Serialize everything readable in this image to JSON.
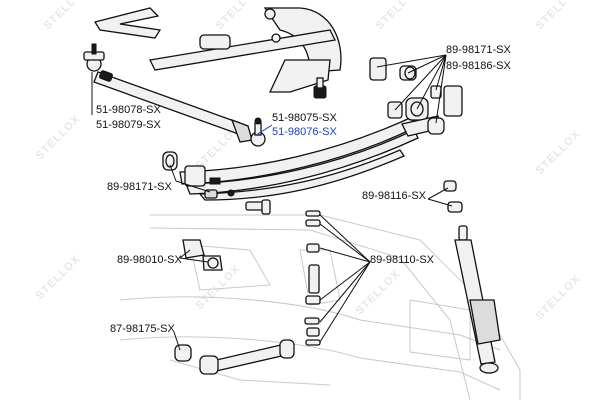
{
  "watermark": "STELLOX",
  "colors": {
    "highlight": "#1a3fd8",
    "line": "#111111",
    "ghost": "#c9c9c9"
  },
  "labels": {
    "p_51_98078": "51-98078-SX",
    "p_51_98079": "51-98079-SX",
    "p_51_98075": "51-98075-SX",
    "p_51_98076": "51-98076-SX",
    "p_89_98171_top": "89-98171-SX",
    "p_89_98186": "89-98186-SX",
    "p_89_98171_left": "89-98171-SX",
    "p_89_98116": "89-98116-SX",
    "p_89_98010": "89-98010-SX",
    "p_89_98110": "89-98110-SX",
    "p_87_98175": "87-98175-SX"
  },
  "highlighted_part": "51-98076-SX"
}
